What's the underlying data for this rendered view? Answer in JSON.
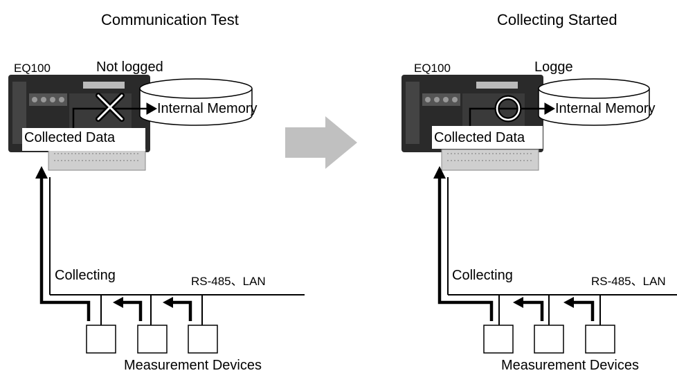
{
  "panels": [
    {
      "title": "Communication Test",
      "device_name": "EQ100",
      "status": "Not logged",
      "status_symbol": "cross",
      "memory_label": "Internal Memory",
      "data_label": "Collected Data",
      "collect_label": "Collecting",
      "bus_label": "RS-485、LAN",
      "devices_label": "Measurement Devices"
    },
    {
      "title": "Collecting Started",
      "device_name": "EQ100",
      "status": "Logge",
      "status_symbol": "circle",
      "memory_label": "Internal Memory",
      "data_label": "Collected Data",
      "collect_label": "Collecting",
      "bus_label": "RS-485、LAN",
      "devices_label": "Measurement Devices"
    }
  ],
  "colors": {
    "device_body": "#2a2a2a",
    "arrow": "#c0c0c0",
    "line": "#000000"
  }
}
